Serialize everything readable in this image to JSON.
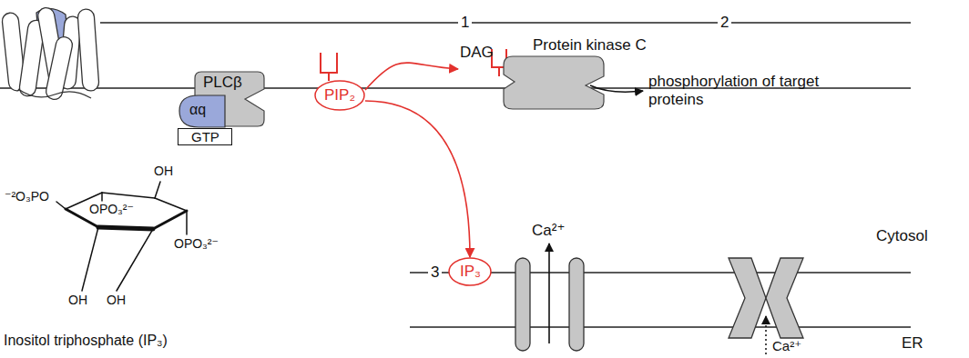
{
  "diagram": {
    "nodes": [
      {
        "text": [
          "PLCβ"
        ]
      },
      {
        "text": [
          "αq"
        ]
      },
      {
        "text": [
          "GTP"
        ]
      },
      {
        "text": [
          "PIP₂"
        ]
      },
      {
        "text": [
          "DAG",
          "Protein kinase C"
        ]
      },
      {
        "text": [
          "IP₃"
        ]
      }
    ],
    "edges": [
      {
        "from": 3,
        "to": 4,
        "arrow": "to"
      },
      {
        "from": 3,
        "to": 5,
        "arrow": "to"
      }
    ],
    "labels": [
      "1",
      "2",
      "phosphorylation of target proteins",
      "OH",
      "⁻²O₃PO",
      "OPO₃²⁻",
      "OPO₃²⁻",
      "OH",
      "OH",
      "Inositol triphosphate (IP₃)",
      "3",
      "Ca²⁺",
      "Cytosol",
      "Ca²⁺",
      "ER"
    ]
  }
}
